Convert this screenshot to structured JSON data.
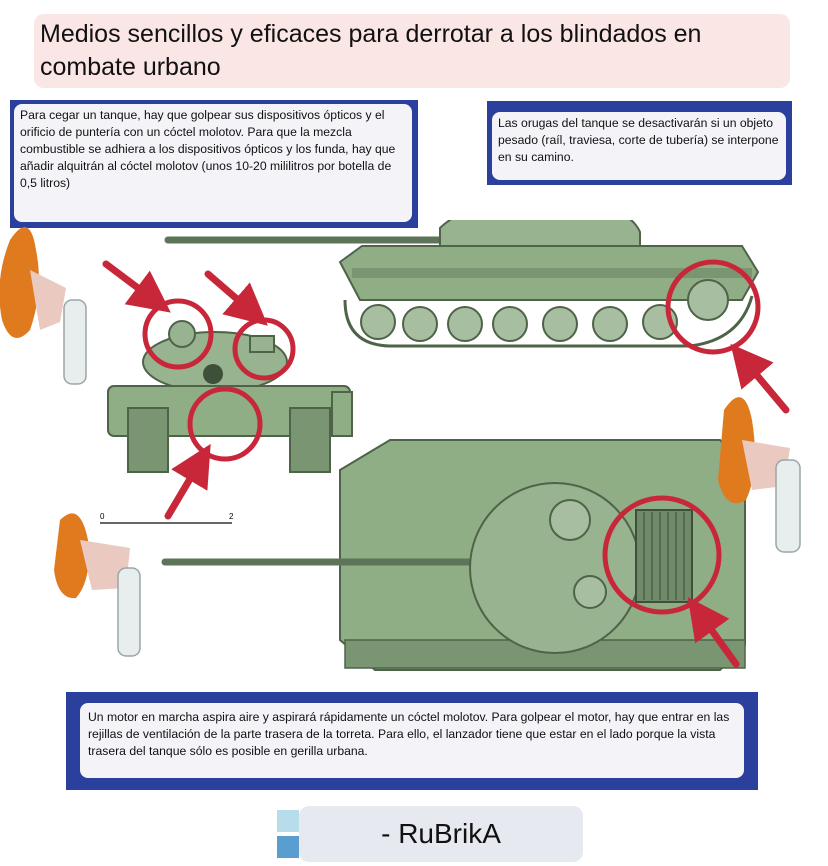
{
  "title": "Medios sencillos y eficaces para derrotar a los blindados en combate urbano",
  "notes": {
    "optics": "Para cegar un tanque, hay que golpear sus dispositivos ópticos y el orificio de puntería con un cóctel molotov. Para que la mezcla combustible se adhiera a los dispositivos ópticos y los funda, hay que añadir alquitrán al cóctel molotov (unos 10-20 mililitros por botella de 0,5 litros)",
    "tracks": "Las orugas del tanque se desactivarán si un objeto pesado (raíl, traviesa, corte de tubería) se interpone en su camino.",
    "engine": "Un motor en marcha aspira aire y aspirará rápidamente un cóctel molotov. Para golpear el motor, hay que entrar en las rejillas de ventilación de la parte trasera de la torreta. Para ello, el lanzador tiene que estar en el lado porque la vista trasera del tanque sólo es posible en gerilla urbana."
  },
  "scale_bar": {
    "start": "0",
    "end": "2"
  },
  "footer": {
    "brand": "- RuBrikA"
  },
  "colors": {
    "title_bg": "#fbe6e6",
    "frame_blue": "#2b3f9c",
    "card_bg": "#f3f3f8",
    "target_red": "#c8273a",
    "tank_green": "#8fae86"
  }
}
